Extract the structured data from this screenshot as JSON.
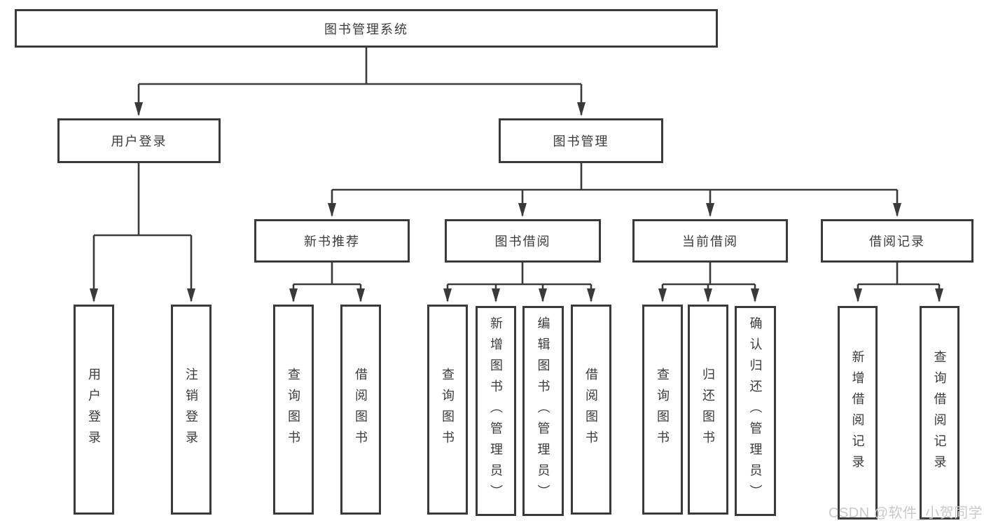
{
  "nodes": {
    "root": {
      "label": "图书管理系统"
    },
    "user_login": {
      "label": "用户登录"
    },
    "book_management": {
      "label": "图书管理"
    },
    "new_book_rec": {
      "label": "新书推荐"
    },
    "book_borrow": {
      "label": "图书借阅"
    },
    "current_borrow": {
      "label": "当前借阅"
    },
    "borrow_records": {
      "label": "借阅记录"
    },
    "leaf_user_login": {
      "label": "用户登录"
    },
    "leaf_logout": {
      "label": "注销登录"
    },
    "leaf_nbr_query": {
      "label": "查询图书"
    },
    "leaf_nbr_borrow": {
      "label": "借阅图书"
    },
    "leaf_bb_query": {
      "label": "查询图书"
    },
    "leaf_bb_add": {
      "label": "新增图书（管理员）"
    },
    "leaf_bb_edit": {
      "label": "编辑图书（管理员）"
    },
    "leaf_bb_borrow": {
      "label": "借阅图书"
    },
    "leaf_cb_query": {
      "label": "查询图书"
    },
    "leaf_cb_return": {
      "label": "归还图书"
    },
    "leaf_cb_confirm": {
      "label": "确认归还（管理员）"
    },
    "leaf_br_add": {
      "label": "新增借阅记录"
    },
    "leaf_br_query": {
      "label": "查询借阅记录"
    }
  },
  "watermark": {
    "text": "CSDN @软件_小贺同学"
  },
  "colors": {
    "line": "#3a3a3a",
    "box_background": "#ffffff",
    "watermark": "#c9c9c9"
  }
}
